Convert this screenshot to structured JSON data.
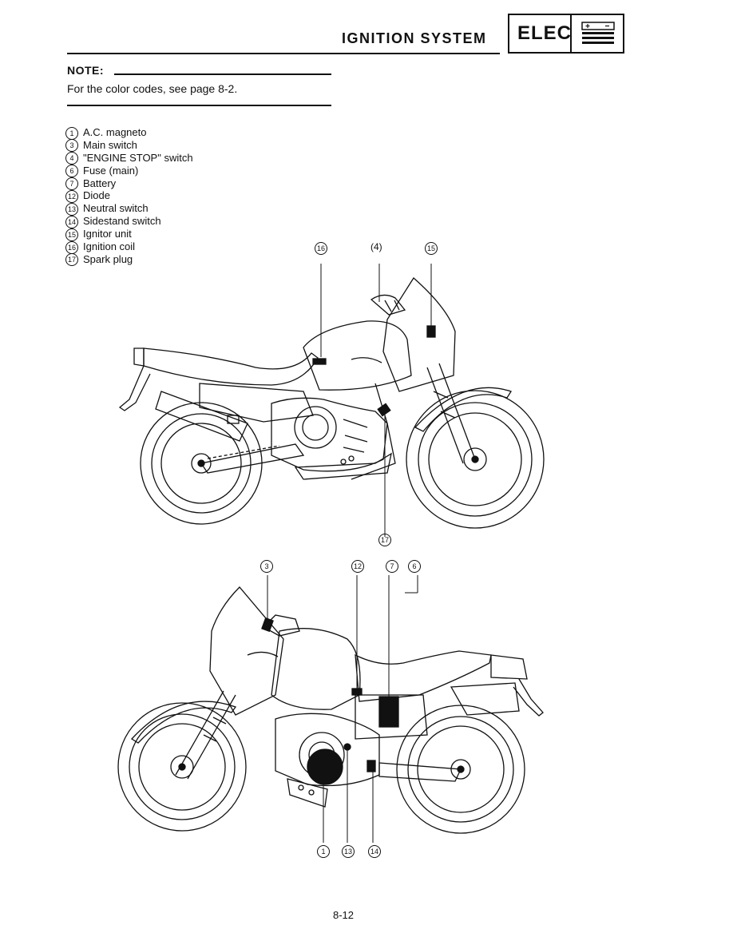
{
  "header": {
    "title": "IGNITION SYSTEM",
    "section_badge": "ELEC",
    "badge_icon": "battery-icon"
  },
  "note": {
    "label": "NOTE:",
    "text": "For the color codes, see page 8-2."
  },
  "legend": {
    "items": [
      {
        "num": "1",
        "label": "A.C. magneto"
      },
      {
        "num": "3",
        "label": "Main switch"
      },
      {
        "num": "4",
        "label": "\"ENGINE STOP\" switch"
      },
      {
        "num": "6",
        "label": "Fuse (main)"
      },
      {
        "num": "7",
        "label": "Battery"
      },
      {
        "num": "12",
        "label": "Diode"
      },
      {
        "num": "13",
        "label": "Neutral switch"
      },
      {
        "num": "14",
        "label": "Sidestand switch"
      },
      {
        "num": "15",
        "label": "Ignitor unit"
      },
      {
        "num": "16",
        "label": "Ignition coil"
      },
      {
        "num": "17",
        "label": "Spark plug"
      }
    ]
  },
  "figure_top": {
    "callouts": {
      "c16": "16",
      "c4": "(4)",
      "c15": "15",
      "c17": "17"
    }
  },
  "figure_bottom": {
    "callouts": {
      "c3": "3",
      "c12": "12",
      "c7": "7",
      "c6": "6",
      "c1": "1",
      "c13": "13",
      "c14": "14"
    }
  },
  "footer": {
    "page_number": "8-12"
  }
}
